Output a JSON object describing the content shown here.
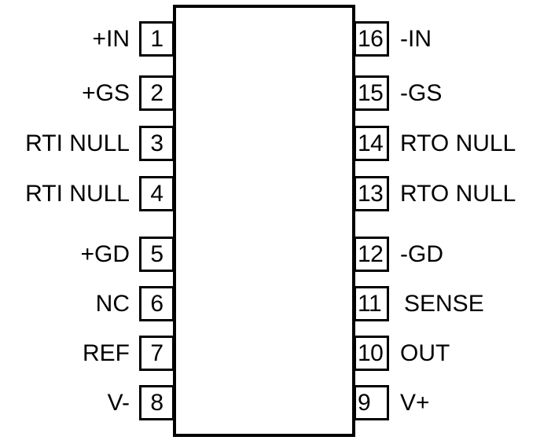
{
  "diagram": {
    "type": "ic-pinout",
    "package_pin_count": 16,
    "body": {
      "label": ""
    },
    "pins_left": [
      {
        "number": "1",
        "name": "+IN"
      },
      {
        "number": "2",
        "name": "+GS"
      },
      {
        "number": "3",
        "name": "RTI NULL"
      },
      {
        "number": "4",
        "name": "RTI NULL"
      },
      {
        "number": "5",
        "name": "+GD"
      },
      {
        "number": "6",
        "name": "NC"
      },
      {
        "number": "7",
        "name": "REF"
      },
      {
        "number": "8",
        "name": "V-"
      }
    ],
    "pins_right": [
      {
        "number": "16",
        "name": "-IN"
      },
      {
        "number": "15",
        "name": "-GS"
      },
      {
        "number": "14",
        "name": "RTO NULL"
      },
      {
        "number": "13",
        "name": "RTO NULL"
      },
      {
        "number": "12",
        "name": "-GD"
      },
      {
        "number": "11",
        "name": "SENSE"
      },
      {
        "number": "10",
        "name": "OUT"
      },
      {
        "number": "9",
        "name": "V+"
      }
    ],
    "colors": {
      "line": "#000000",
      "text": "#000000",
      "background": "#ffffff"
    }
  }
}
